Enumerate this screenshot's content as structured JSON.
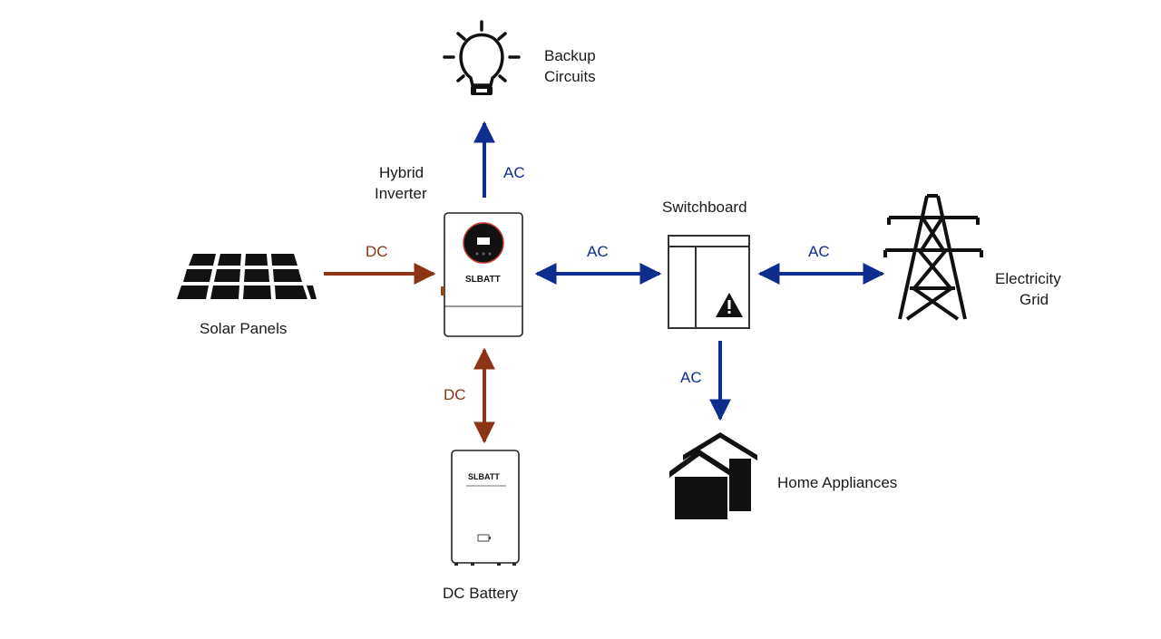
{
  "colors": {
    "ac": "#0d2d8f",
    "dc": "#8b3416",
    "icon": "#111111",
    "inverter_accent": "#c0392b"
  },
  "nodes": {
    "backup": {
      "line1": "Backup",
      "line2": "Circuits",
      "icon": "lightbulb-icon"
    },
    "inverter": {
      "line1": "Hybrid",
      "line2": "Inverter",
      "brand": "SLBATT",
      "icon": "inverter-icon"
    },
    "switchboard": {
      "label": "Switchboard",
      "icon": "switchboard-icon"
    },
    "grid": {
      "line1": "Electricity",
      "line2": "Grid",
      "icon": "power-tower-icon"
    },
    "solar": {
      "label": "Solar Panels",
      "icon": "solar-panel-icon"
    },
    "battery": {
      "label": "DC Battery",
      "brand": "SLBATT",
      "icon": "battery-icon"
    },
    "home": {
      "label": "Home Appliances",
      "icon": "house-icon"
    }
  },
  "flows": {
    "inverter_to_backup": "AC",
    "solar_to_inverter": "DC",
    "inverter_switchboard": "AC",
    "switchboard_grid": "AC",
    "inverter_battery": "DC",
    "switchboard_to_home": "AC"
  }
}
